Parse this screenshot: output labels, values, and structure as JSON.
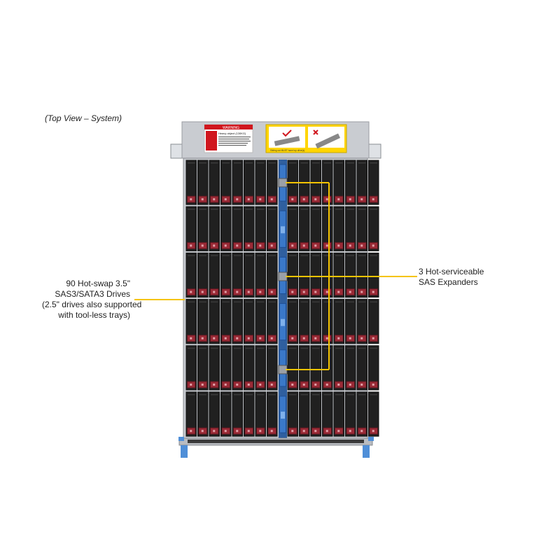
{
  "view_caption": "(Top View – System)",
  "drives_callout": {
    "lines": [
      "90 Hot-swap 3.5\"",
      "SAS3/SATA3 Drives",
      "(2.5\" drives also supported",
      "with tool-less trays)"
    ]
  },
  "expanders_callout": {
    "lines": [
      "3 Hot-serviceable",
      "SAS Expanders"
    ]
  },
  "warning_label": {
    "header": "WARNING",
    "title": "Heavy object (130KG)",
    "body": "To avoid injury, use a device lift and adequate personnel to safely install and service in the rack.",
    "footer": "Sliding out MUST have top drive(s)"
  },
  "drive_grid": {
    "rows": 6,
    "bays_per_side_per_row": 8
  },
  "colors": {
    "callout_line": "#f5c400",
    "drive_body": "#202020",
    "drive_latch": "#9a2a36",
    "expander_blue": "#3a78c8",
    "warning_red": "#d0161e",
    "warning_yellow": "#ffd500",
    "chassis_frame": "#c8cbd0"
  }
}
